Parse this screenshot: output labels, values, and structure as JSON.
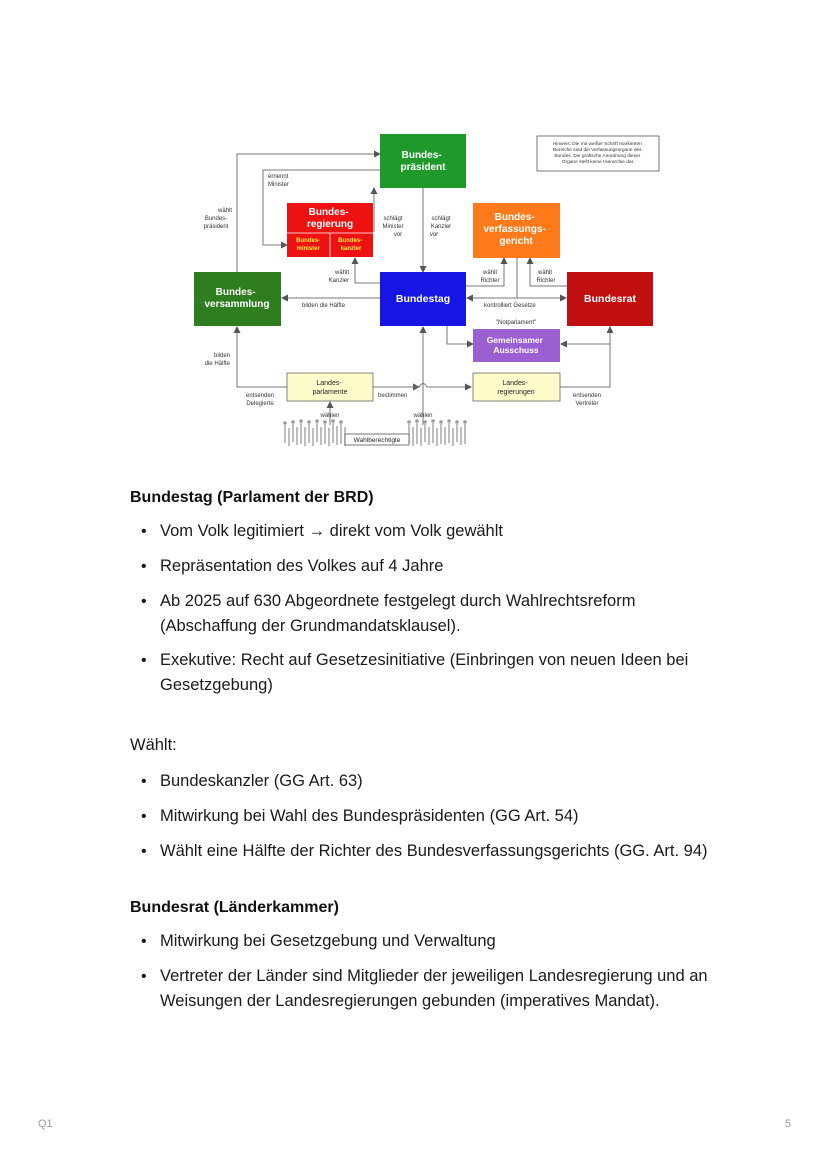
{
  "diagram": {
    "note": "Hinweis: Die mit weißer Schrift markierten Bereiche sind die Verfassungsorgane des Bundes. Die grafische Anordnung dieser Organe stellt keine Hierarchie dar.",
    "note_lines": [
      "Hinweis: Die mit weißer Schrift markierten",
      "Bereiche sind die Verfassungsorgane des",
      "Bundes. Die grafische Anordnung dieser",
      "Organe stellt keine Hierarchie dar."
    ],
    "bundespraesident": [
      "Bundes-",
      "präsident"
    ],
    "bundesregierung": [
      "Bundes-",
      "regierung"
    ],
    "bundesminister": [
      "Bundes-",
      "minister"
    ],
    "bundeskanzler": [
      "Bundes-",
      "kanzler"
    ],
    "bundesverfassungsgericht": [
      "Bundes-",
      "verfassungs-",
      "gericht"
    ],
    "bundesversammlung": [
      "Bundes-",
      "versammlung"
    ],
    "bundestag": "Bundestag",
    "bundesrat": "Bundesrat",
    "gemeinsamer_ausschuss": [
      "Gemeinsamer",
      "Ausschuss"
    ],
    "notparlament": "\"Notparlament\"",
    "landesparlamente": [
      "Landes-",
      "parlamente"
    ],
    "landesregierungen": [
      "Landes-",
      "regierungen"
    ],
    "wahlberechtigte": "Wahlberechtigte",
    "labels": {
      "ernennt_minister": [
        "ernennt",
        "Minister"
      ],
      "waehlt_bundespraesident": [
        "wählt",
        "Bundes-",
        "präsident"
      ],
      "schlaegt_minister_vor": [
        "schlägt",
        "Minister",
        "vor"
      ],
      "schlaegt_kanzler_vor": [
        "schlägt",
        "Kanzler",
        "vor"
      ],
      "waehlt_kanzler": [
        "wählt",
        "Kanzler"
      ],
      "waehlt_richter_1": [
        "wählt",
        "Richter"
      ],
      "waehlt_richter_2": [
        "wählt",
        "Richter"
      ],
      "bilden_die_haelfte_1": "bilden die Hälfte",
      "kontrolliert_gesetze": "kontrolliert Gesetze",
      "bilden_die_haelfte_2": [
        "bilden",
        "die Hälfte"
      ],
      "entsenden_delegierte": [
        "entsenden",
        "Delegierte"
      ],
      "bestimmen": "bestimmen",
      "entsenden_vertreter": [
        "entsenden",
        "Vertreter"
      ],
      "waehlen_1": "wählen",
      "waehlen_2": "wählen"
    },
    "colors": {
      "green": "#1f9a2a",
      "dark_green": "#2e7d1e",
      "red": "#ee1111",
      "orange": "#ff7a1a",
      "blue": "#1515e6",
      "dark_red": "#c00f0f",
      "purple": "#9a5fd0",
      "yellow": "#fffccc"
    }
  },
  "sections": {
    "bundestag": {
      "heading": "Bundestag (Parlament der BRD)",
      "items": [
        "Vom Volk legitimiert → direkt vom Volk gewählt",
        "Repräsentation des Volkes auf 4 Jahre",
        "Ab 2025 auf 630 Abgeordnete festgelegt durch Wahlrechtsreform (Abschaffung der Grundmandatsklausel).",
        "Exekutive: Recht auf Gesetzesinitiative (Einbringen von neuen Ideen bei Gesetzgebung)"
      ]
    },
    "waehlt": {
      "label": "Wählt:",
      "items": [
        "Bundeskanzler (GG Art. 63)",
        "Mitwirkung bei Wahl des Bundespräsidenten (GG Art. 54)",
        "Wählt eine Hälfte der Richter des Bundesverfassungsgerichts (GG. Art. 94)"
      ]
    },
    "bundesrat": {
      "heading": "Bundesrat (Länderkammer)",
      "items": [
        "Mitwirkung bei Gesetzgebung und Verwaltung",
        "Vertreter der Länder sind Mitglieder der jeweiligen Landesregierung und an Weisungen der Landesregierungen gebunden (imperatives Mandat)."
      ]
    }
  },
  "footer": {
    "left": "Q1",
    "right": "5"
  }
}
